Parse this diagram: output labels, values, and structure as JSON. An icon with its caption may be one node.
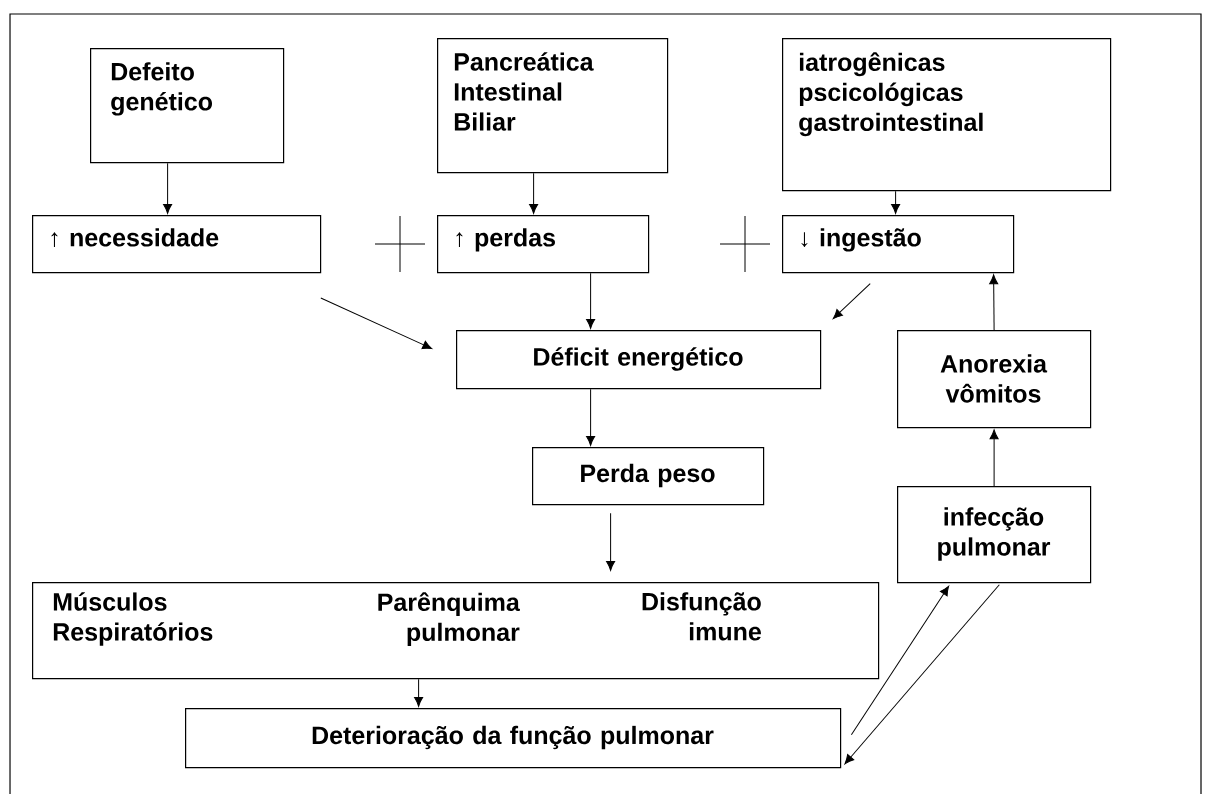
{
  "diagram": {
    "nodes": [
      {
        "text": [
          "Defeito genético"
        ]
      },
      {
        "text": [
          "Pancreática Intestinal Biliar"
        ]
      },
      {
        "text": [
          "iatrogênicas pscicológicas gastrointestinal"
        ]
      },
      {
        "text": [
          "↑ necessidade"
        ]
      },
      {
        "text": [
          "↑ perdas"
        ]
      },
      {
        "text": [
          "↓ ingestão"
        ]
      },
      {
        "text": [
          "Déficit  energético"
        ]
      },
      {
        "text": [
          "Anorexia vômitos"
        ]
      },
      {
        "text": [
          "Perda peso"
        ]
      },
      {
        "text": [
          "infecção pulmonar"
        ]
      },
      {
        "text": [
          "Músculos Respiratórios",
          "Parênquima pulmonar",
          "Disfunção imune"
        ]
      },
      {
        "text": [
          "Deterioração da função pulmonar"
        ]
      }
    ],
    "edges": [
      {
        "from": 0,
        "to": 3,
        "arrow": "to"
      },
      {
        "from": 1,
        "to": 4,
        "arrow": "to"
      },
      {
        "from": 2,
        "to": 5,
        "arrow": "to"
      },
      {
        "from": 3,
        "to": 6,
        "arrow": "to"
      },
      {
        "from": 4,
        "to": 6,
        "arrow": "to"
      },
      {
        "from": 5,
        "to": 6,
        "arrow": "to"
      },
      {
        "from": 6,
        "to": 8,
        "arrow": "to"
      },
      {
        "from": 8,
        "to": 10,
        "arrow": "to"
      },
      {
        "from": 10,
        "to": 11,
        "arrow": "to"
      },
      {
        "from": 9,
        "to": 7,
        "arrow": "to"
      },
      {
        "from": 7,
        "to": 5,
        "arrow": "to"
      },
      {
        "from": 11,
        "to": 9,
        "arrow": "to"
      },
      {
        "from": 9,
        "to": 11,
        "arrow": "to"
      }
    ]
  }
}
